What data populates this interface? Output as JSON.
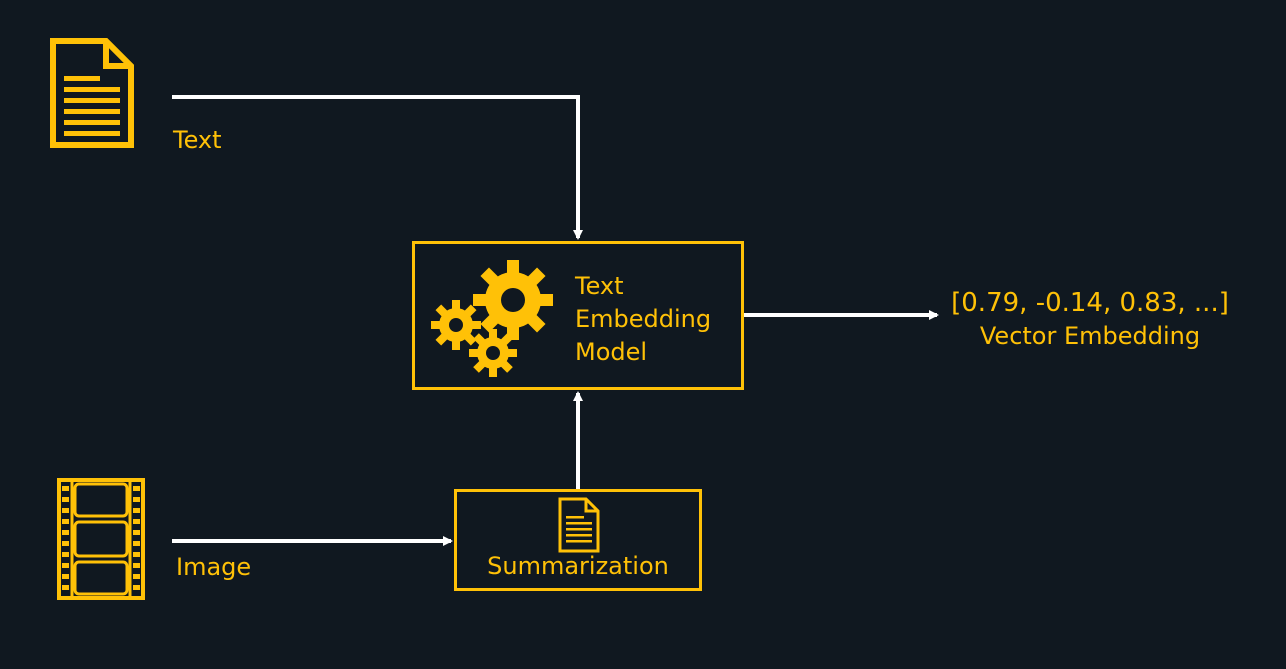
{
  "colors": {
    "background": "#101820",
    "accent": "#FFC107",
    "arrow": "#FFFFFF"
  },
  "inputs": {
    "text": {
      "label": "Text",
      "icon": "document-icon"
    },
    "image": {
      "label": "Image",
      "icon": "film-strip-icon"
    }
  },
  "summarization": {
    "label": "Summarization",
    "icon": "document-icon"
  },
  "model": {
    "line1": "Text",
    "line2": "Embedding",
    "line3": "Model",
    "icon": "gears-icon"
  },
  "output": {
    "vector": "[0.79, -0.14, 0.83, ...]",
    "label": "Vector Embedding"
  }
}
